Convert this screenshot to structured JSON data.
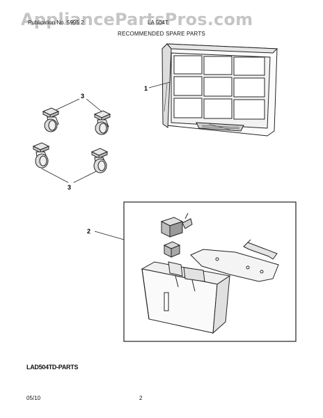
{
  "watermark": "AppliancePartsPros.com",
  "header": {
    "publication": "Publication No. 5995 2",
    "model": "LA 504T"
  },
  "subtitle": "RECOMMENDED SPARE PARTS",
  "callouts": {
    "filter": "1",
    "bucket": "2",
    "casters_top": "3",
    "casters_bottom": "3"
  },
  "parts_label": "LAD504TD-PARTS",
  "footer": {
    "date": "05/10",
    "page": "2"
  }
}
